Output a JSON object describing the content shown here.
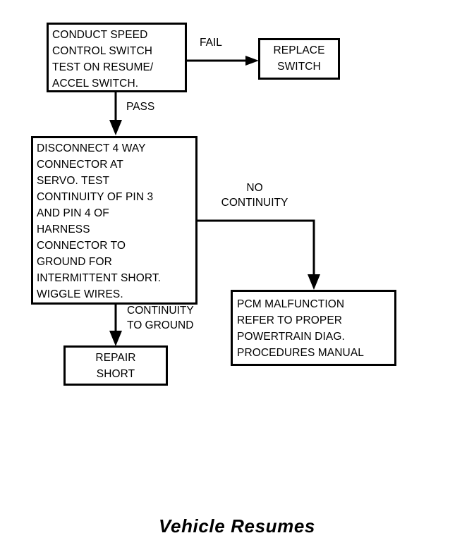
{
  "diagram": {
    "title": "Vehicle Resumes",
    "type": "flowchart",
    "stroke_color": "#000000",
    "background_color": "#ffffff",
    "nodes": [
      {
        "id": "speed-control-switch-test",
        "text": "CONDUCT SPEED\nCONTROL SWITCH\nTEST ON RESUME/\nACCEL SWITCH.",
        "align": "left"
      },
      {
        "id": "replace-switch",
        "text": "REPLACE\nSWITCH",
        "align": "center"
      },
      {
        "id": "disconnect-connector-test",
        "text": "DISCONNECT 4 WAY\nCONNECTOR AT\nSERVO. TEST\nCONTINUITY OF PIN 3\nAND PIN 4 OF\nHARNESS\nCONNECTOR TO\nGROUND FOR\nINTERMITTENT SHORT.\nWIGGLE WIRES.",
        "align": "left"
      },
      {
        "id": "pcm-malfunction",
        "text": "PCM MALFUNCTION\nREFER TO PROPER\nPOWERTRAIN DIAG.\nPROCEDURES MANUAL",
        "align": "left"
      },
      {
        "id": "repair-short",
        "text": "REPAIR\nSHORT",
        "align": "center"
      }
    ],
    "edges": [
      {
        "id": "fail",
        "label": "FAIL",
        "from": "speed-control-switch-test",
        "to": "replace-switch"
      },
      {
        "id": "pass",
        "label": "PASS",
        "from": "speed-control-switch-test",
        "to": "disconnect-connector-test"
      },
      {
        "id": "no-continuity",
        "label": "NO\nCONTINUITY",
        "from": "disconnect-connector-test",
        "to": "pcm-malfunction"
      },
      {
        "id": "continuity-to-ground",
        "label": "CONTINUITY\nTO GROUND",
        "from": "disconnect-connector-test",
        "to": "repair-short"
      }
    ]
  }
}
